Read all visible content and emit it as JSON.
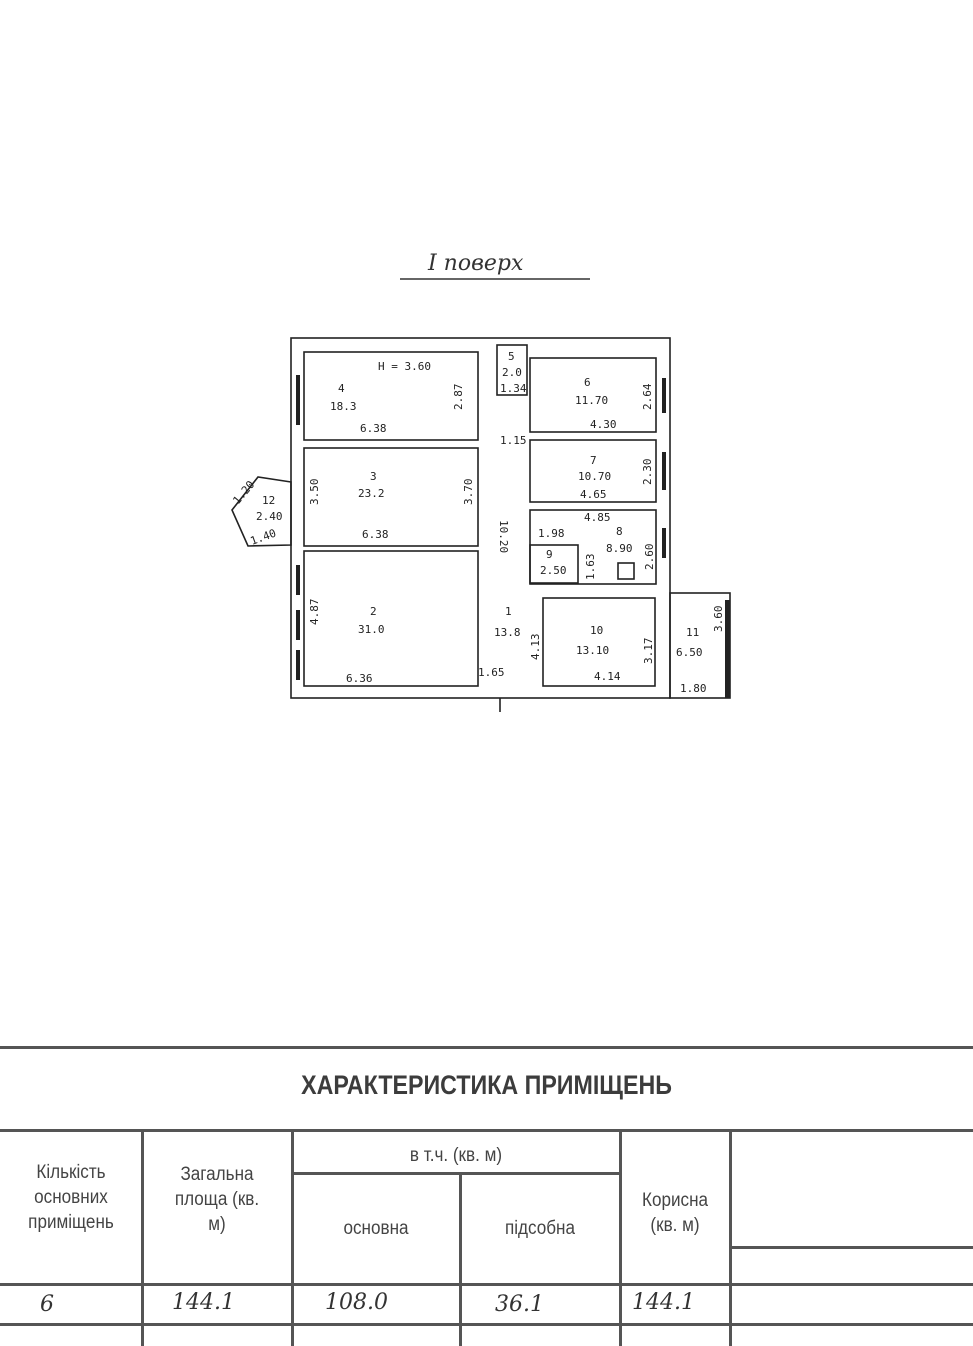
{
  "plan": {
    "floor_title": "I поверх",
    "height_label": "H = 3.60",
    "rooms": [
      {
        "num": "1",
        "area": "13.8"
      },
      {
        "num": "2",
        "area": "31.0"
      },
      {
        "num": "3",
        "area": "23.2"
      },
      {
        "num": "4",
        "area": "18.3"
      },
      {
        "num": "5",
        "area": "2.0"
      },
      {
        "num": "6",
        "area": "11.70"
      },
      {
        "num": "7",
        "area": "10.70"
      },
      {
        "num": "8",
        "area": "8.90"
      },
      {
        "num": "9",
        "area": "2.50"
      },
      {
        "num": "10",
        "area": "13.10"
      },
      {
        "num": "11",
        "area": "6.50"
      },
      {
        "num": "12",
        "area": "2.40"
      }
    ],
    "dims": {
      "r4_w": "6.38",
      "r4_h": "2.87",
      "r3_w": "6.38",
      "r3_h": "3.70",
      "r3_left": "3.50",
      "r2_w": "6.36",
      "r2_h": "4.87",
      "corr_len": "10.20",
      "corr_w": "1.15",
      "corr_bottom": "1.65",
      "corr_side": "4.13",
      "r5_w": "1.34",
      "r6_w": "4.30",
      "r6_h": "2.64",
      "r7_w": "4.65",
      "r7_h": "2.30",
      "r8_w": "4.85",
      "r8_h": "2.60",
      "r8_inner": "1.98",
      "r8_side": "1.63",
      "r10_w": "4.14",
      "r10_h": "3.17",
      "r11_w": "1.80",
      "r11_h": "3.60",
      "r12_a": "1.20",
      "r12_b": "1.40"
    }
  },
  "table": {
    "title": "ХАРАКТЕРИСТИКА ПРИМІЩЕНЬ",
    "headers": {
      "count": "Кількість основних приміщень",
      "total": "Загальна площа (кв. м)",
      "incl": "в т.ч. (кв. м)",
      "main": "основна",
      "aux": "підсобна",
      "useful": "Корисна (кв. м)"
    },
    "row": {
      "count": "6",
      "total": "144.1",
      "main": "108.0",
      "aux": "36.1",
      "useful": "144.1"
    }
  }
}
